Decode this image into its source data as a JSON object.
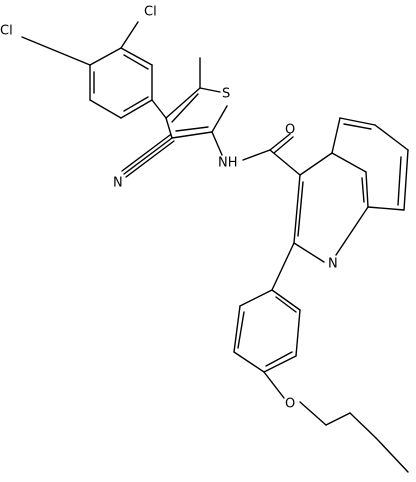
{
  "structure": {
    "atom_labels": {
      "cl_top": "Cl",
      "cl_left": "Cl",
      "s_ring": "S",
      "n_nitrile": "N",
      "nh_amide": "NH",
      "o_carbonyl": "O",
      "n_quinoline": "N",
      "o_ether": "O"
    }
  }
}
